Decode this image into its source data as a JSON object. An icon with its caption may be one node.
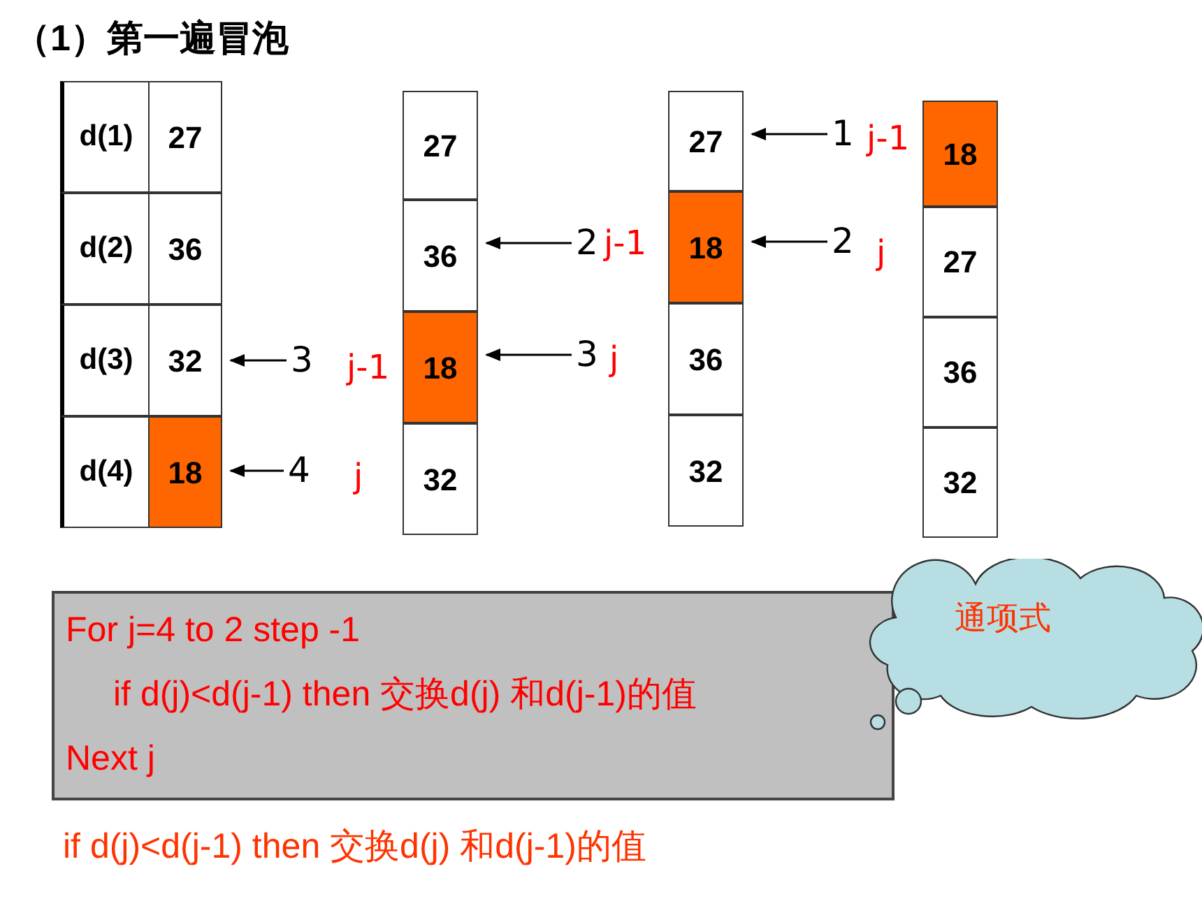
{
  "diagram": {
    "title": "（1）第一遍冒泡",
    "nodes": [
      {
        "text": [
          "d(1)",
          "27"
        ]
      },
      {
        "text": [
          "d(2)",
          "36"
        ]
      },
      {
        "text": [
          "d(3)",
          "32"
        ]
      },
      {
        "text": [
          "d(4)",
          "18"
        ]
      },
      {
        "text": [
          "3"
        ]
      },
      {
        "text": [
          "4"
        ]
      },
      {
        "text": [
          "27"
        ]
      },
      {
        "text": [
          "36"
        ]
      },
      {
        "text": [
          "18"
        ]
      },
      {
        "text": [
          "32"
        ]
      },
      {
        "text": [
          "2"
        ]
      },
      {
        "text": [
          "3"
        ]
      },
      {
        "text": [
          "27"
        ]
      },
      {
        "text": [
          "18"
        ]
      },
      {
        "text": [
          "36"
        ]
      },
      {
        "text": [
          "32"
        ]
      },
      {
        "text": [
          "1"
        ]
      },
      {
        "text": [
          "2"
        ]
      },
      {
        "text": [
          "18"
        ]
      },
      {
        "text": [
          "27"
        ]
      },
      {
        "text": [
          "36"
        ]
      },
      {
        "text": [
          "32"
        ]
      },
      {
        "text": [
          "For j=4 to 2 step -1",
          "if d(j)<d(j-1) then 交换d(j) 和d(j-1)的值",
          "Next j"
        ]
      },
      {
        "text": [
          "通项式"
        ]
      }
    ],
    "edges": [
      {
        "from": 4,
        "to": 2,
        "arrow": "to"
      },
      {
        "from": 5,
        "to": 3,
        "arrow": "to"
      },
      {
        "from": 10,
        "to": 7,
        "arrow": "to"
      },
      {
        "from": 11,
        "to": 8,
        "arrow": "to"
      },
      {
        "from": 16,
        "to": 12,
        "arrow": "to"
      },
      {
        "from": 17,
        "to": 13,
        "arrow": "to"
      }
    ],
    "labels": [
      "j-1",
      "j",
      "j-1",
      "j",
      "j-1",
      "j",
      "if d(j)<d(j-1) then 交换d(j) 和d(j-1)的值"
    ]
  }
}
